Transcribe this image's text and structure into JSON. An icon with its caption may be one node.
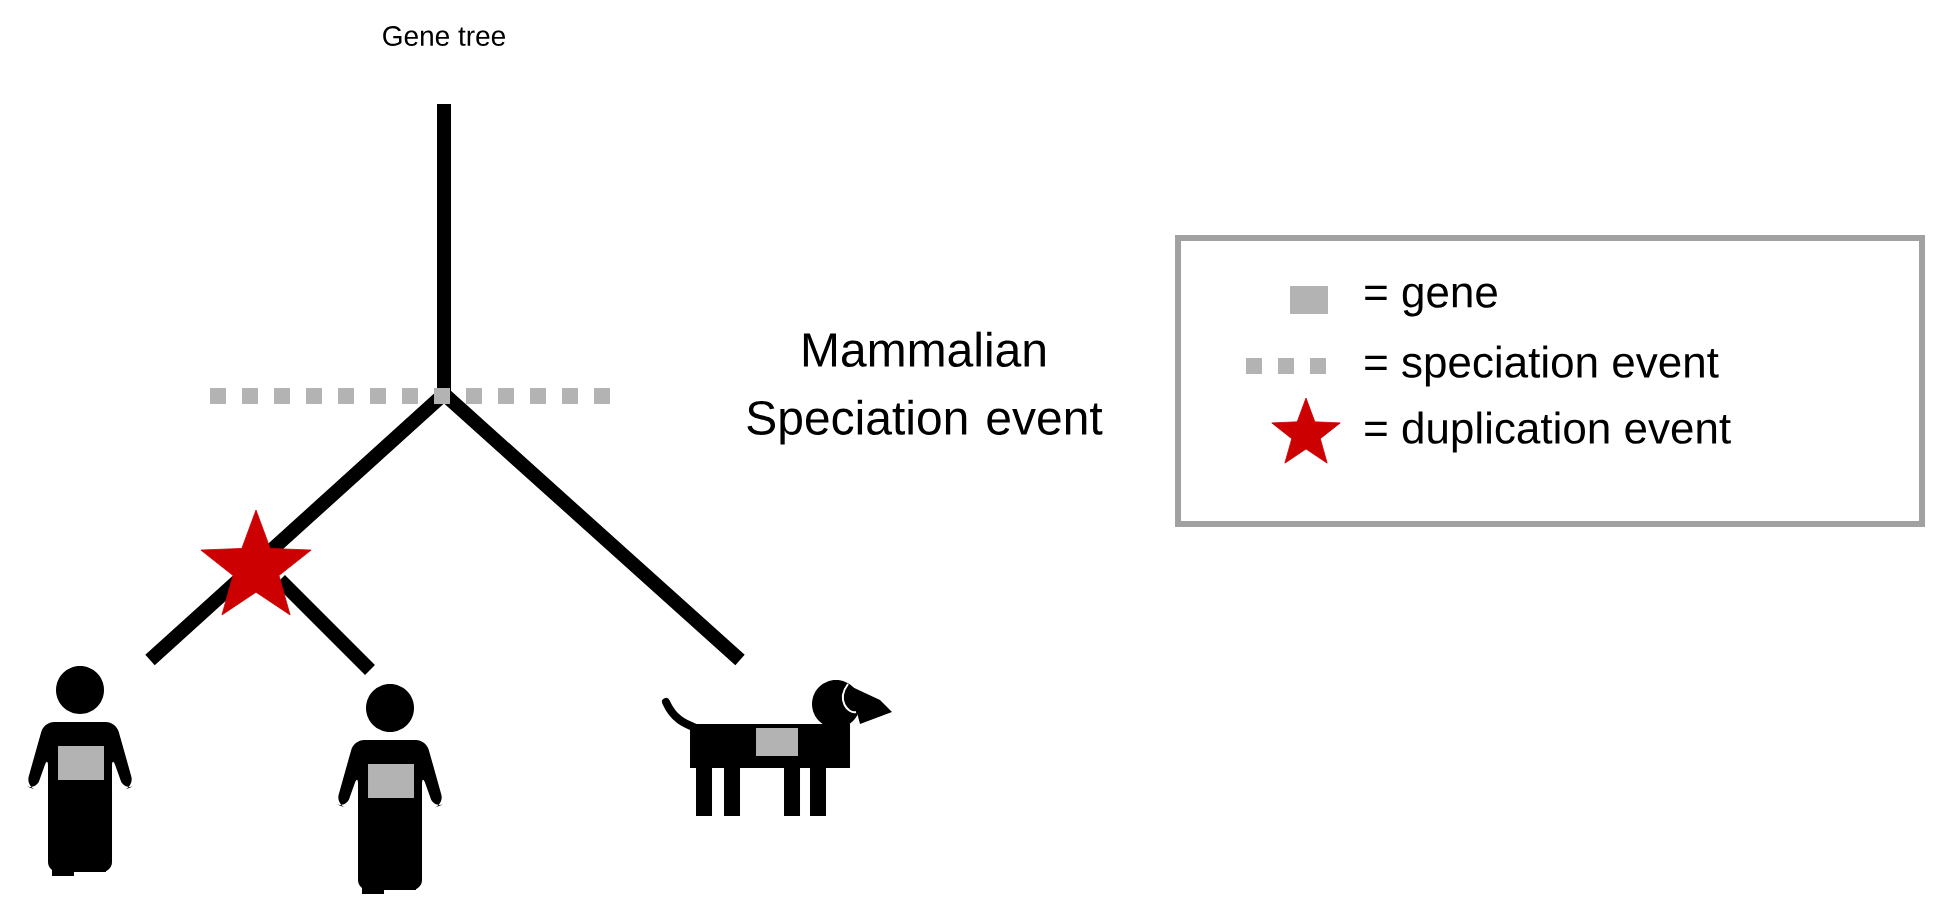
{
  "diagram": {
    "title": "Gene tree",
    "labels": [
      "Mammalian Speciation event"
    ],
    "legend": [
      {
        "text": "= gene",
        "color": "#b3b3b3"
      },
      {
        "text": "= speciation event"
      },
      {
        "text": "= duplication event"
      }
    ]
  }
}
